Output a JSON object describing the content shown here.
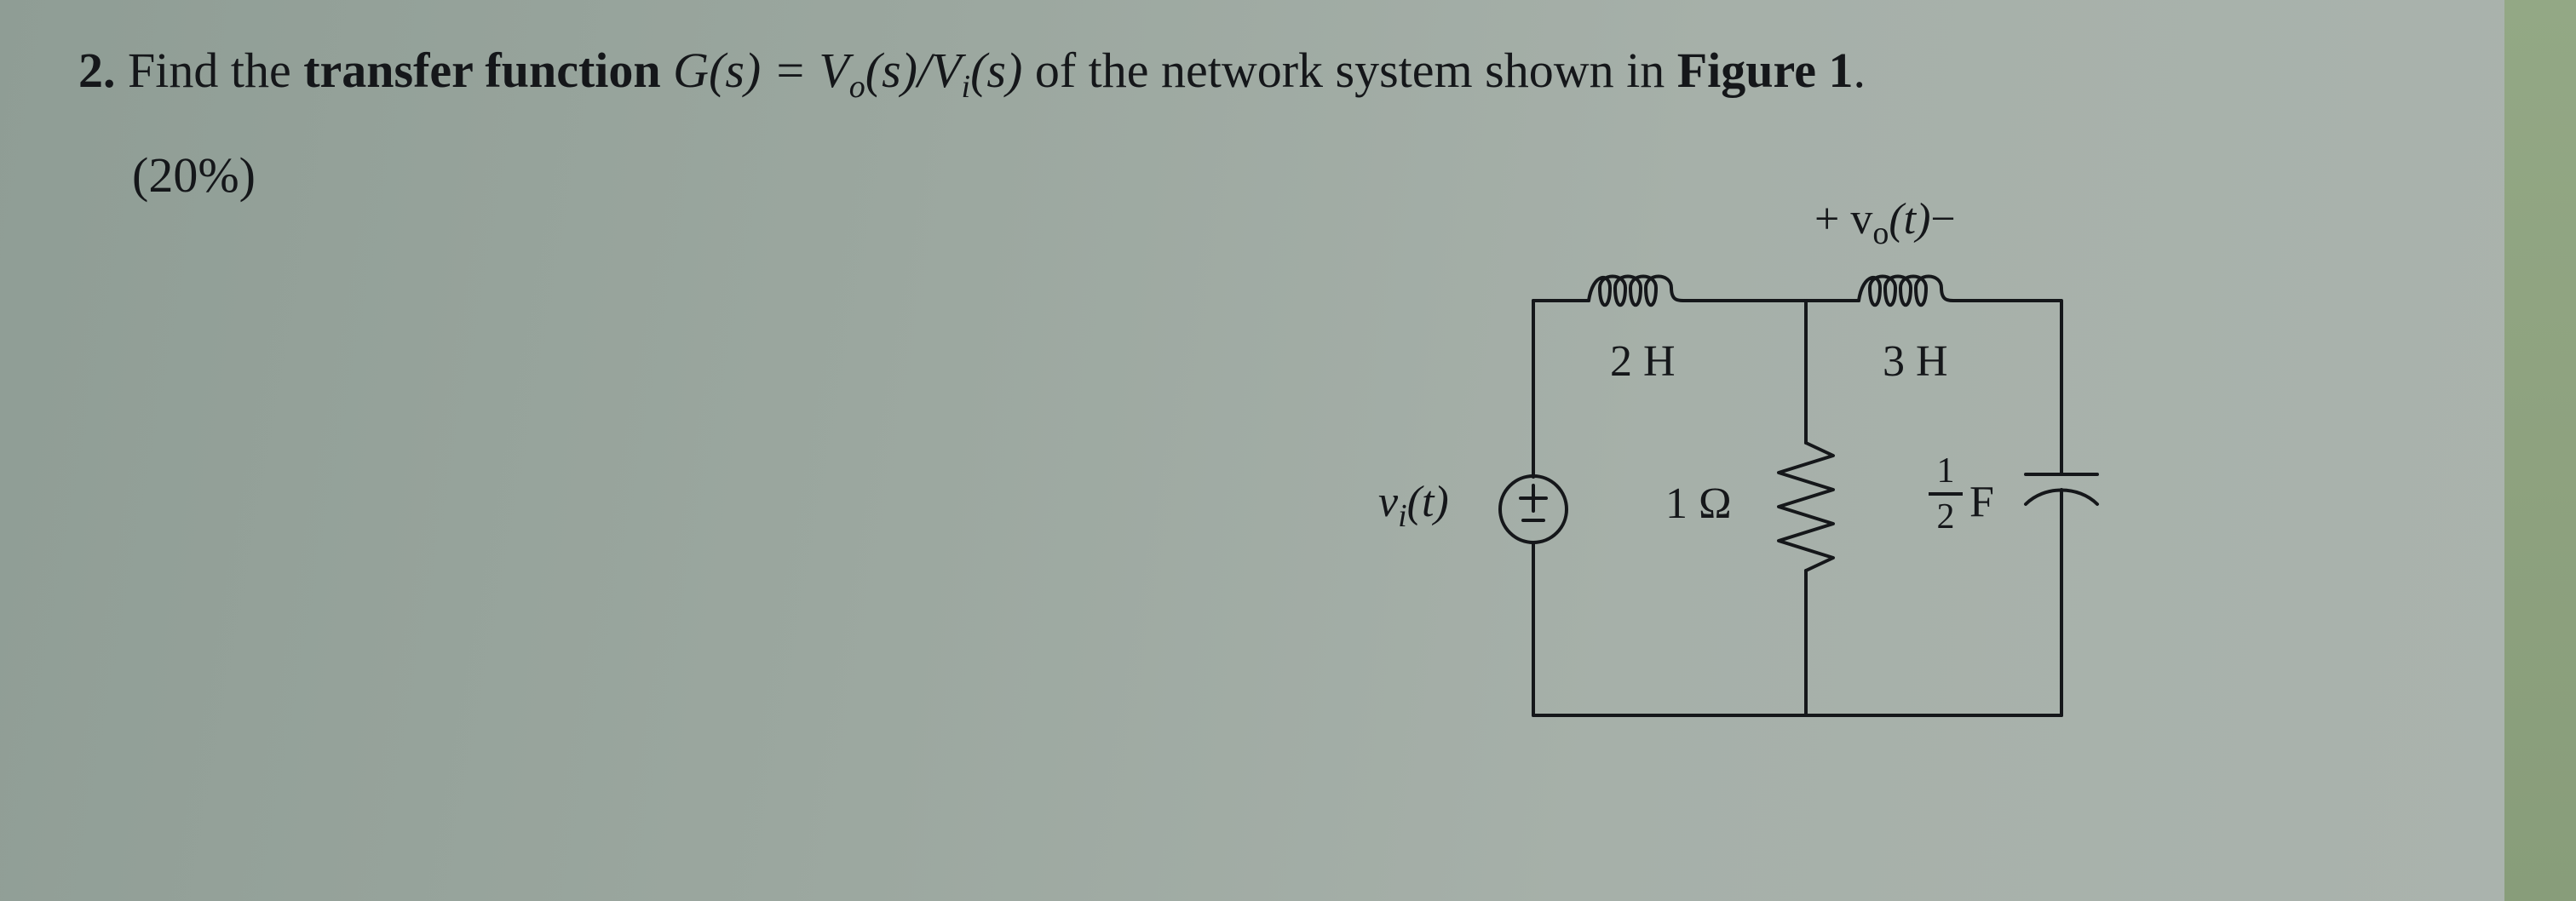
{
  "problem": {
    "number": "2.",
    "text_before": "Find the",
    "bold_phrase": "transfer function",
    "formula": "G(s) = V",
    "formula_sub_out": "o",
    "formula_middle": "(s)/V",
    "formula_sub_in": "i",
    "formula_end": "(s)",
    "text_after": "of the network system shown in",
    "figure_ref": "Figure 1",
    "period": ".",
    "score": "(20%)"
  },
  "circuit": {
    "source_label": "v",
    "source_sub": "i",
    "source_arg": "(t)",
    "source_symbol": "+/−",
    "inductor1_label": "2 H",
    "inductor2_label": "3 H",
    "resistor_label": "1 Ω",
    "capacitor_num": "1",
    "capacitor_den": "2",
    "capacitor_unit": "F",
    "output_label": "+ v",
    "output_sub": "o",
    "output_arg": "(t)",
    "output_minus": "−"
  }
}
